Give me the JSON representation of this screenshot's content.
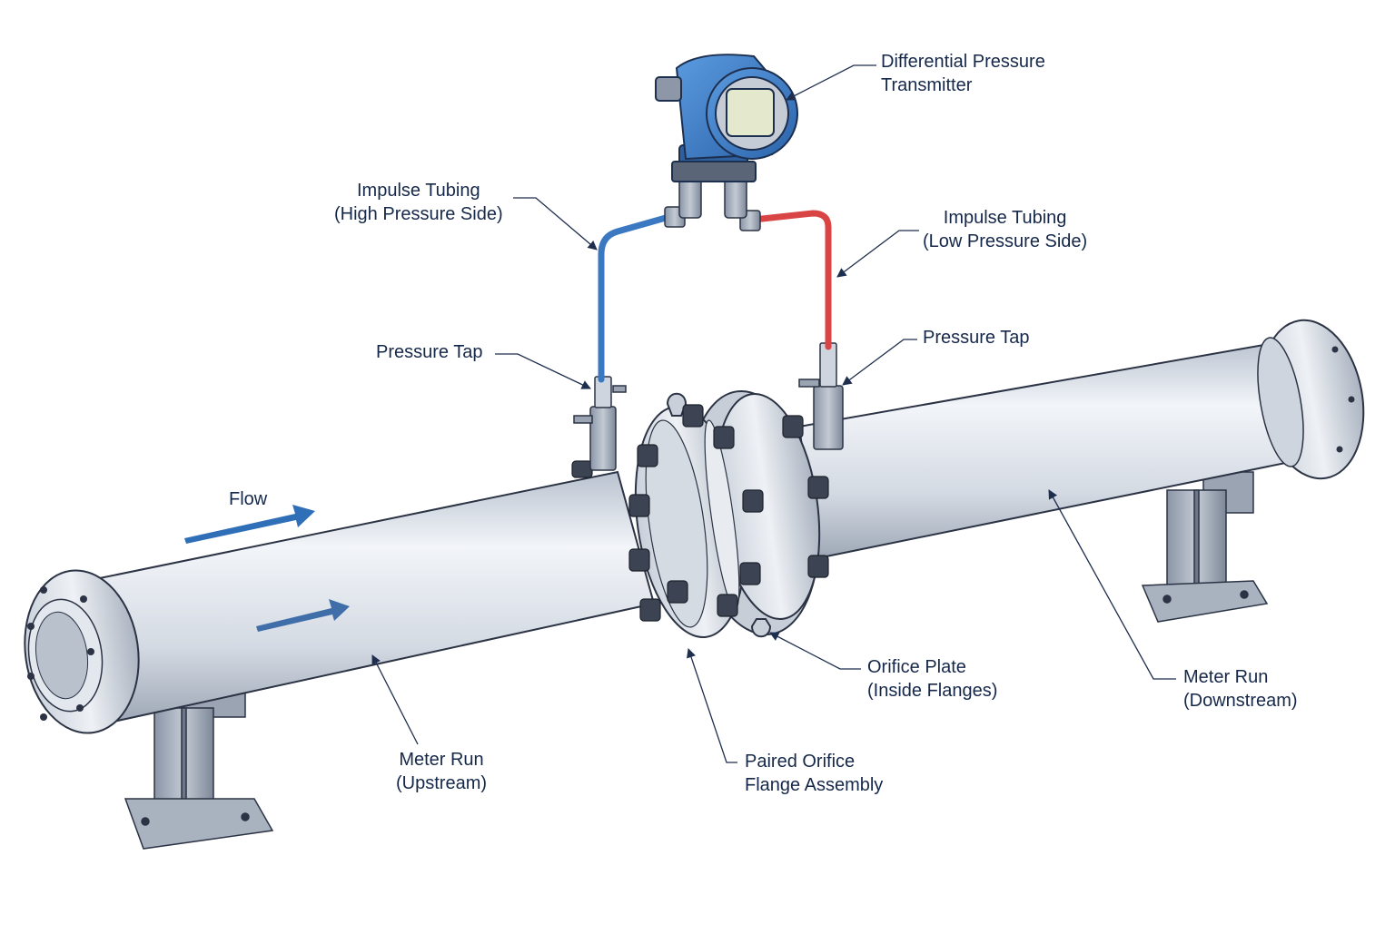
{
  "labels": {
    "transmitter": {
      "line1": "Differential Pressure",
      "line2": "Transmitter"
    },
    "tubing_high": {
      "line1": "Impulse Tubing",
      "line2": "(High Pressure Side)"
    },
    "tubing_low": {
      "line1": "Impulse Tubing",
      "line2": "(Low Pressure Side)"
    },
    "tap_left": {
      "line1": "Pressure Tap"
    },
    "tap_right": {
      "line1": "Pressure Tap"
    },
    "flow": "Flow",
    "meter_run_upstream": {
      "line1": "Meter Run",
      "line2": "(Upstream)"
    },
    "meter_run_downstream": {
      "line1": "Meter Run",
      "line2": "(Downstream)"
    },
    "orifice_plate": {
      "line1": "Orifice Plate",
      "line2": "(Inside Flanges)"
    },
    "flange_assembly": {
      "line1": "Paired Orifice",
      "line2": "Flange Assembly"
    }
  },
  "colors": {
    "pipe": "#dfe4ec",
    "pipe_shade": "#b8c0cc",
    "outline": "#2b3344",
    "high_side_tube": "#3a78c2",
    "low_side_tube": "#d94545",
    "transmitter_body": "#3b7fc8",
    "flow_arrow": "#2f6fb8",
    "leader_line": "#1e2e4e",
    "text": "#16284a"
  }
}
